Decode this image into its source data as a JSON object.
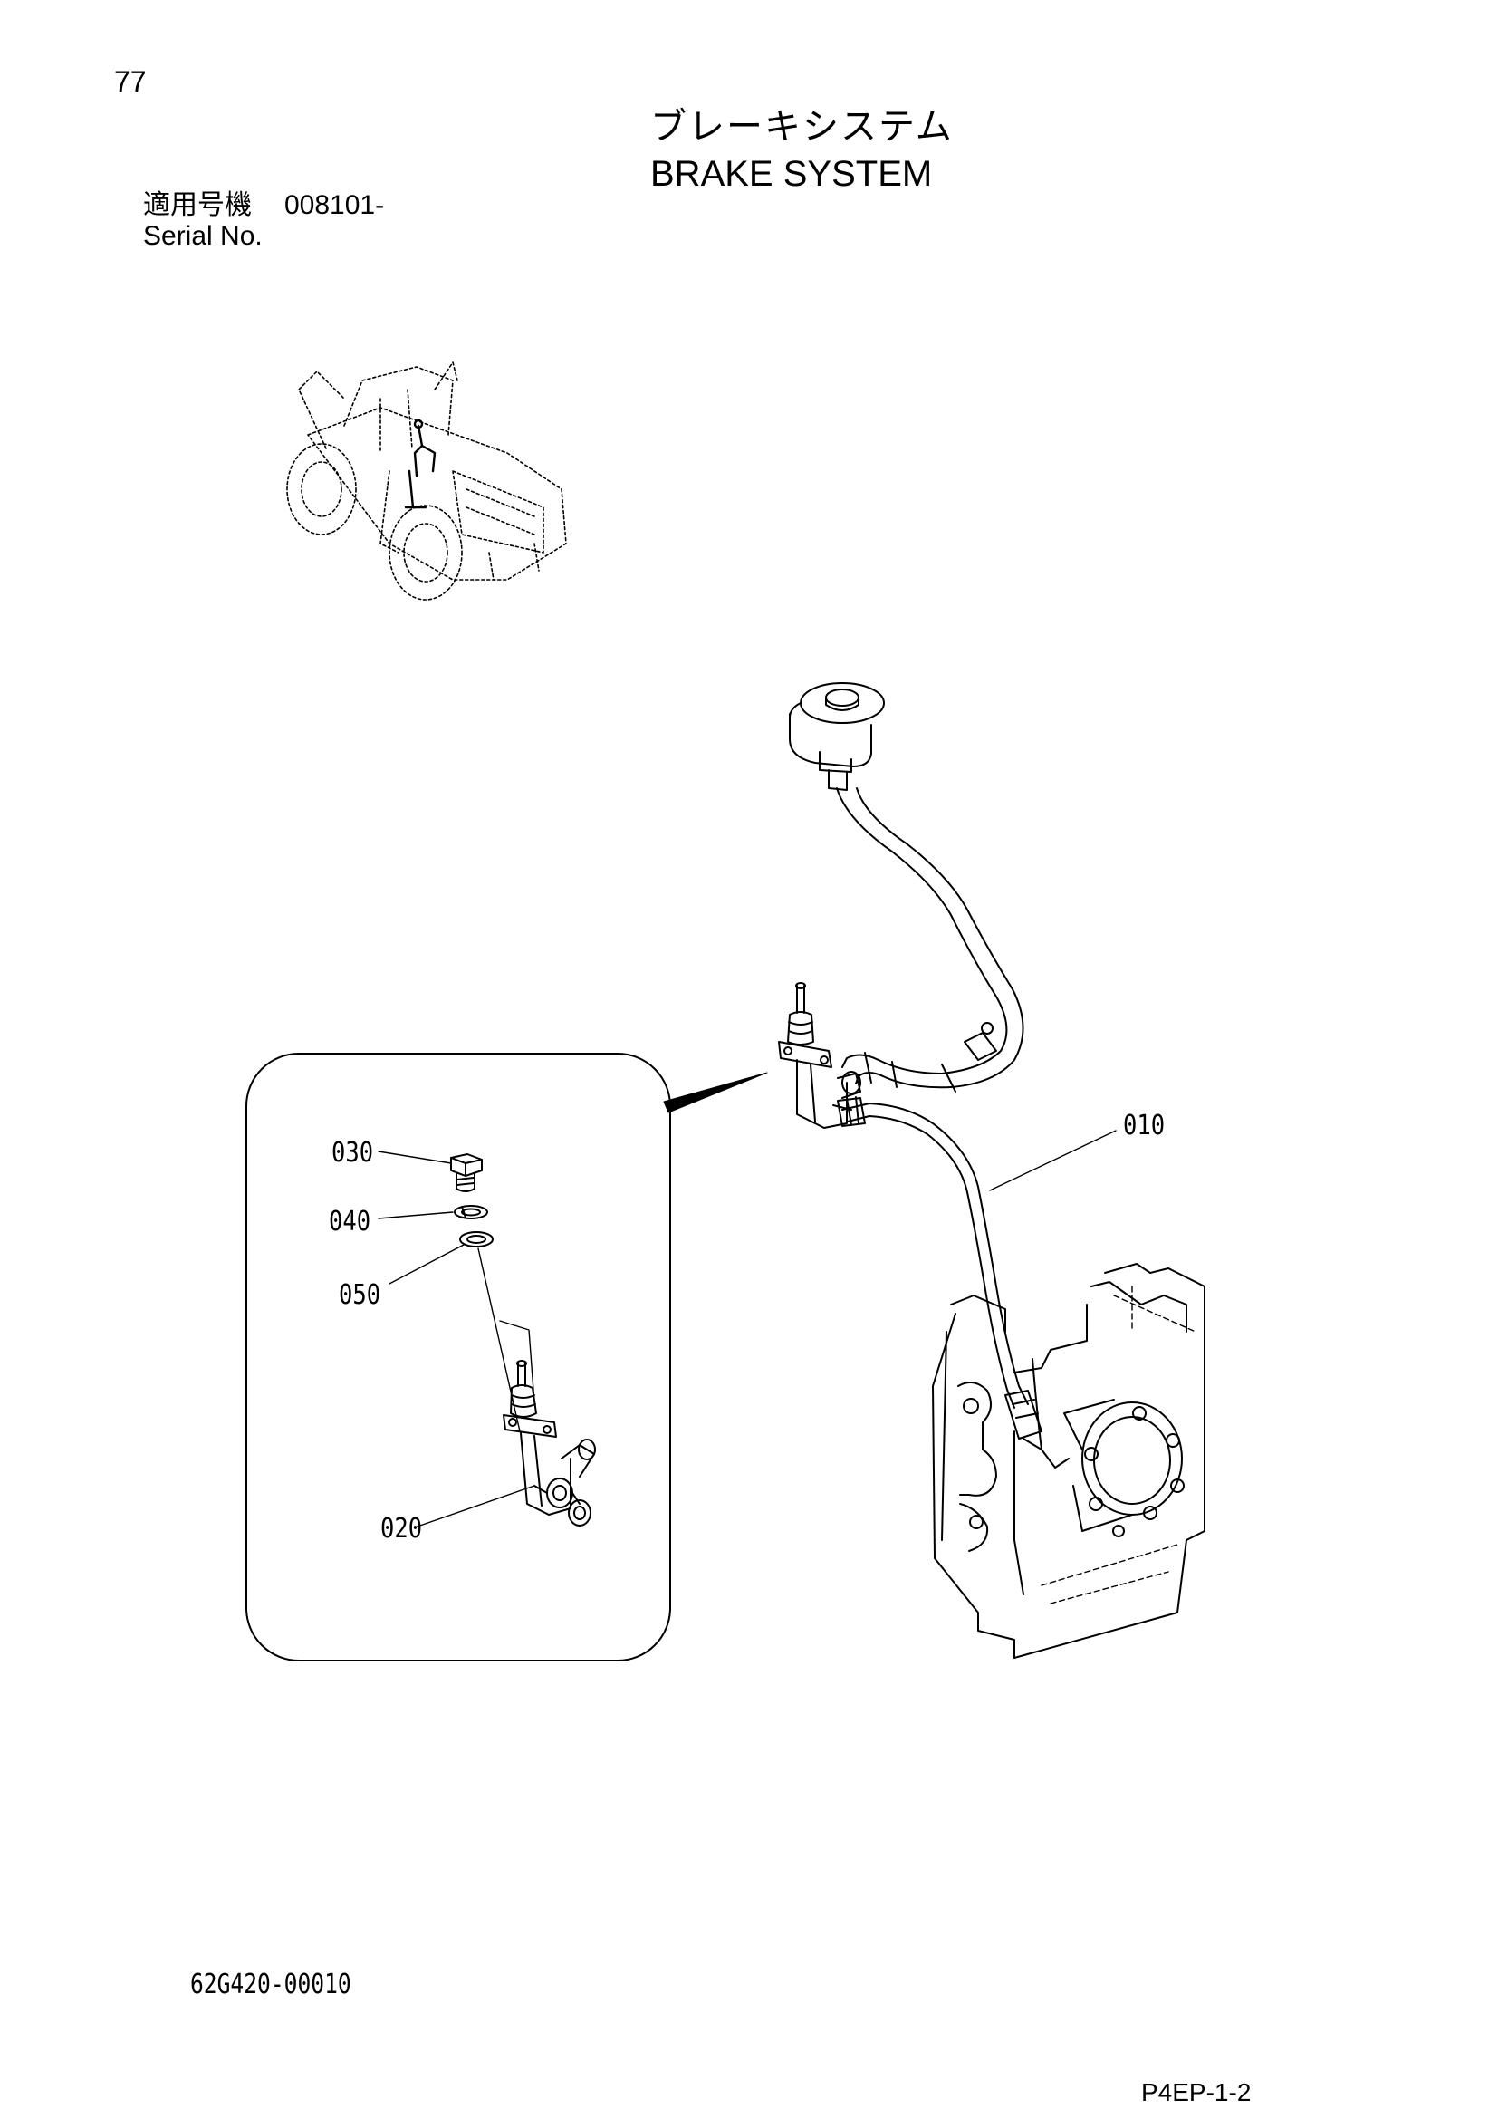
{
  "header": {
    "page_number": "77",
    "title_jp": "ブレーキシステム",
    "title_en": "BRAKE SYSTEM",
    "serial_label_jp": "適用号機",
    "serial_value": "008101-",
    "serial_label_en": "Serial No."
  },
  "callouts": {
    "p010": "010",
    "p020": "020",
    "p030": "030",
    "p040": "040",
    "p050": "050"
  },
  "footer": {
    "doc_code": "62G420-00010",
    "page_code": "P4EP-1-2"
  }
}
